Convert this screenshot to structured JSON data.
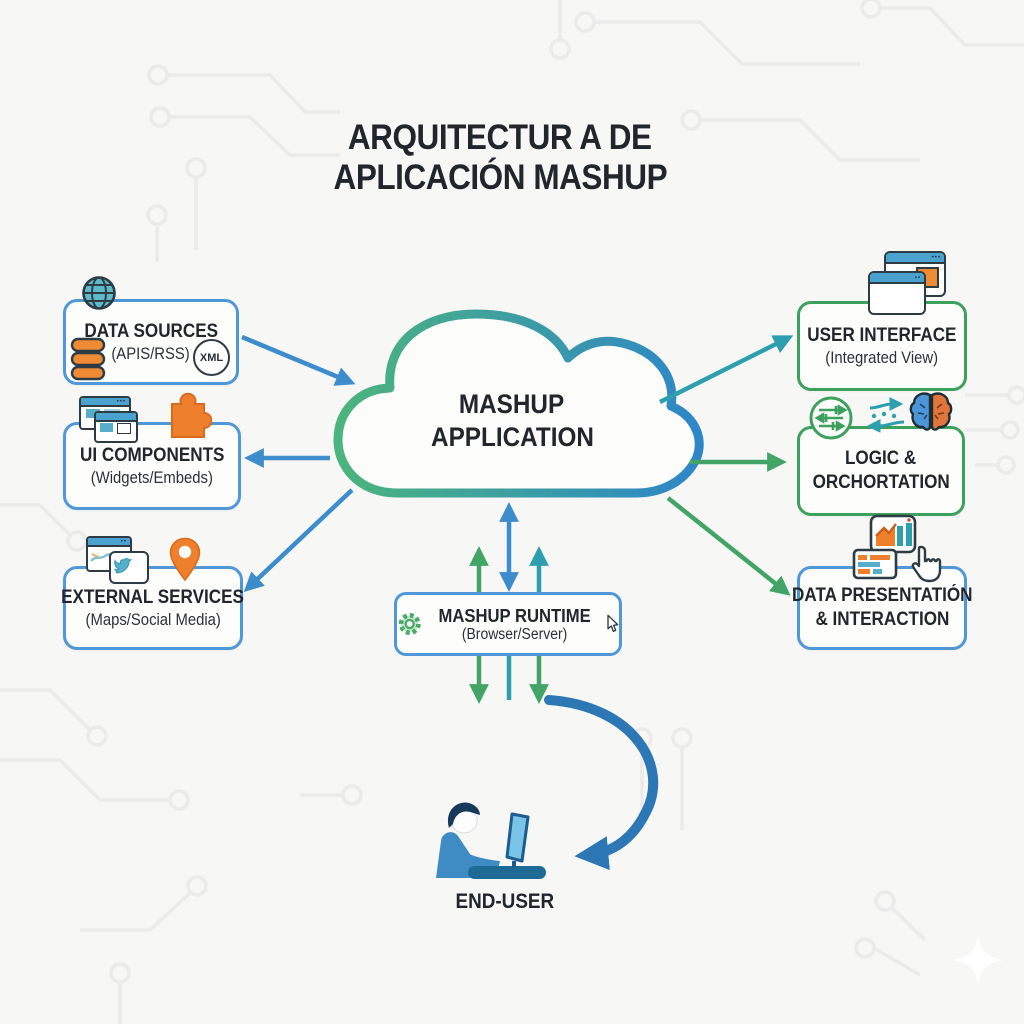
{
  "title": {
    "line1": "ARQUITECTUR A DE",
    "line2": "APLICACIÓN MASHUP"
  },
  "cloud": {
    "line1": "MASHUP",
    "line2": "APPLICATION"
  },
  "boxes": {
    "data_sources": {
      "title": "DATA SOURCES",
      "subtitle": "(APIS/RSS)",
      "badge": "XML"
    },
    "ui_components": {
      "title": "UI COMPONENTS",
      "subtitle": "(Widgets/Embeds)"
    },
    "external_services": {
      "title": "EXTERNAL SERVICES",
      "subtitle": "(Maps/Social Media)"
    },
    "user_interface": {
      "title": "USER INTERFACE",
      "subtitle": "(Integrated View)"
    },
    "logic": {
      "title": "LOGIC &",
      "title2": "ORCHORTATION"
    },
    "data_presentation": {
      "title": "DATA PRESENTATIÓN",
      "title2": "& INTERACTION"
    },
    "runtime": {
      "title": "MASHUP RUNTIME",
      "subtitle": "(Browser/Server)"
    }
  },
  "end_user": {
    "label": "END-USER"
  },
  "colors": {
    "blue": "#3d8ccc",
    "green": "#42a467",
    "teal": "#2e9fae",
    "orange": "#ee7f2d",
    "border_blue": "#4f97d6",
    "border_green": "#3da05c",
    "ink": "#20262b",
    "bg": "#f7f7f6",
    "cloud_gradient_left": "#4cb47e",
    "cloud_gradient_right": "#2e86c8",
    "curve_blue": "#2c77b4"
  }
}
